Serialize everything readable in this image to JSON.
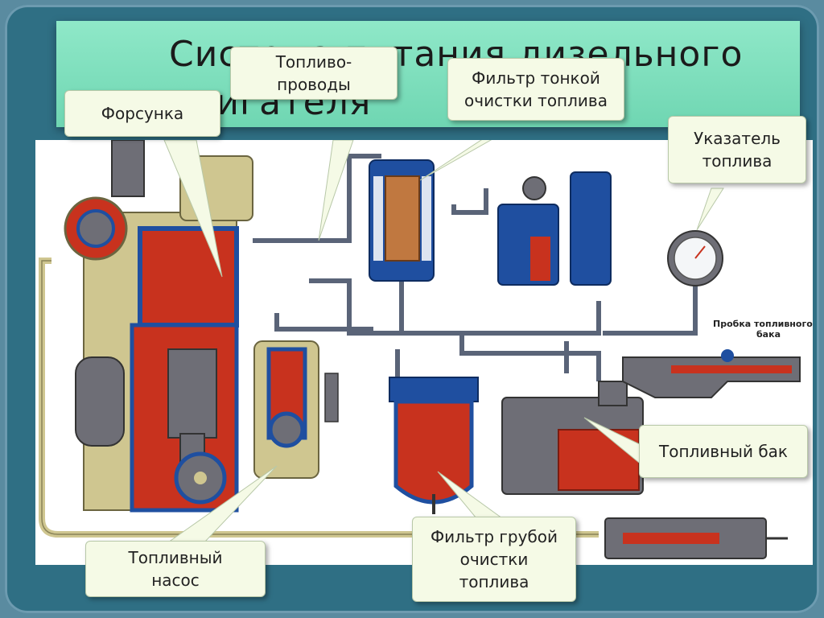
{
  "slide": {
    "title": "Система питания  дизельного двигателя"
  },
  "callouts": {
    "forsunka": "Форсунка",
    "toplivoprovody": "Топливо-\nпроводы",
    "filter_tonkoy": "Фильтр тонкой\nочистки топлива",
    "ukazatel": "Указатель\nтоплива",
    "toplivny_bak": "Топливный бак",
    "toplivny_nasos": "Топливный\nнасос",
    "filter_gruboy": "Фильтр грубой\nочистки\nтоплива"
  },
  "diagram": {
    "probka_label": "Пробка топливного\nбака"
  },
  "colors": {
    "slide_bg": "#2f6f84",
    "title_bg": "#7fe0bd",
    "callout_bg": "#f5fae6",
    "engine_red": "#c8321e",
    "engine_blue": "#1f4fa0",
    "engine_beige": "#cfc690",
    "engine_gray": "#6e6e76",
    "fuel_line": "#5a6478"
  }
}
